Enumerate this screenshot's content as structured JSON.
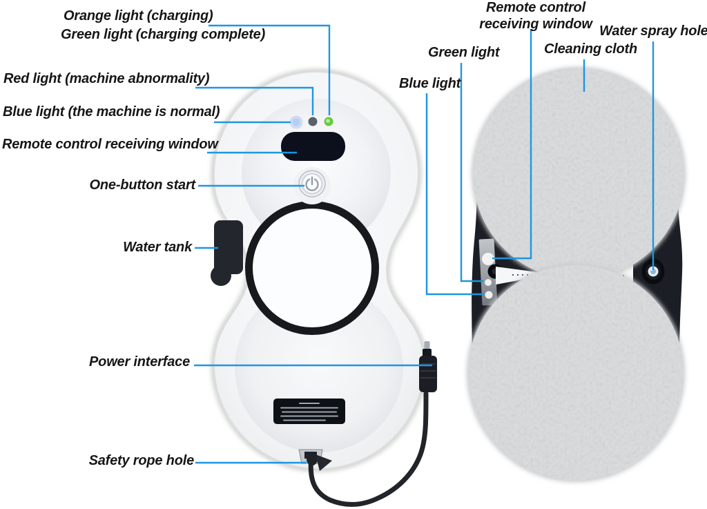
{
  "diagram": {
    "subject_labels_left": [
      {
        "id": "orange-light",
        "text": "Orange light (charging)"
      },
      {
        "id": "green-complete",
        "text": "Green light (charging complete)"
      },
      {
        "id": "red-light",
        "text": "Red light (machine abnormality)"
      },
      {
        "id": "blue-light",
        "text": "Blue light (the machine is normal)"
      },
      {
        "id": "remote-window",
        "text": "Remote control receiving window"
      },
      {
        "id": "one-button-start",
        "text": "One-button start"
      },
      {
        "id": "water-tank",
        "text": "Water tank"
      },
      {
        "id": "power-interface",
        "text": "Power interface"
      },
      {
        "id": "safety-rope-hole",
        "text": "Safety rope hole"
      }
    ],
    "subject_labels_right": [
      {
        "id": "remote-window-back",
        "text": "Remote control receiving window"
      },
      {
        "id": "water-spray-hole",
        "text": "Water spray hole"
      },
      {
        "id": "green-light-back",
        "text": "Green light"
      },
      {
        "id": "cleaning-cloth",
        "text": "Cleaning cloth"
      },
      {
        "id": "blue-light-back",
        "text": "Blue light"
      }
    ],
    "colors": {
      "background": "#ffffff",
      "leader_line": "#1d96e2",
      "label_text": "#161616",
      "device_body_white": "#f5f6f8",
      "device_black": "#1b1e24",
      "cloth_gray": "#c6c8ca",
      "indicator_blue": "#b5cff2",
      "indicator_gray": "#5c6169",
      "indicator_green": "#6fd045"
    }
  }
}
